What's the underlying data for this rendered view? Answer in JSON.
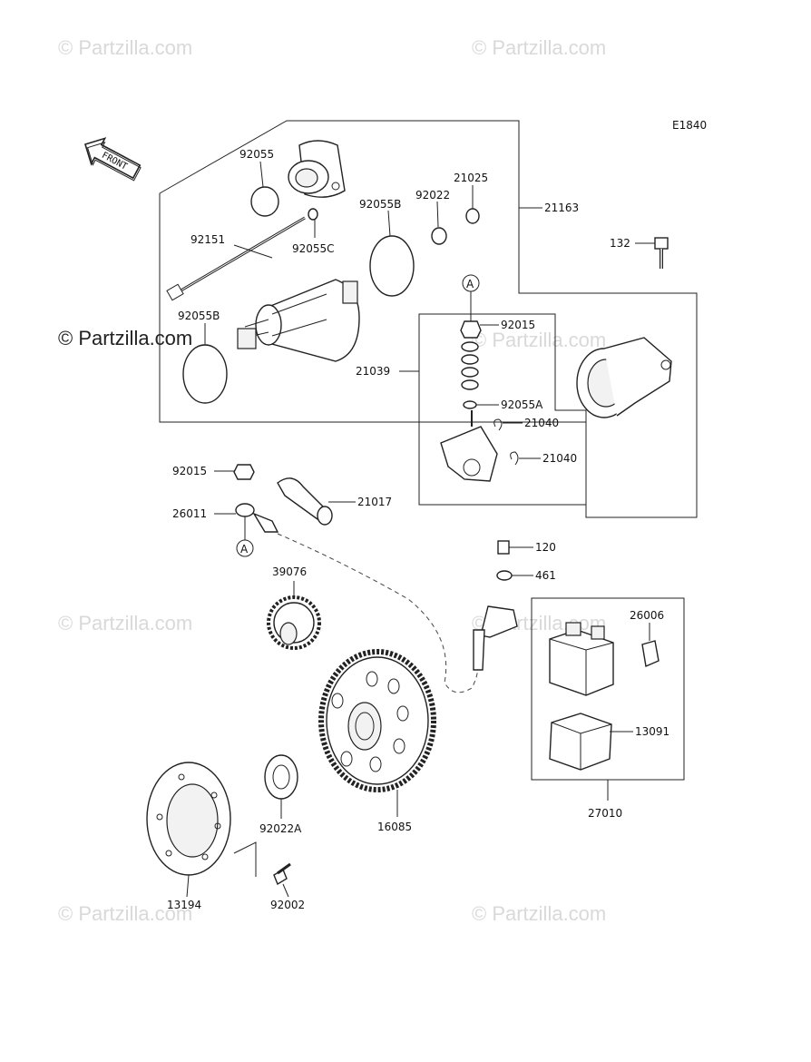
{
  "diagram_code": "E1840",
  "front_label": "FRONT",
  "watermark": "© Partzilla.com",
  "callout_letter": "A",
  "part_numbers": {
    "p92055": "92055",
    "p92055C": "92055C",
    "p92151": "92151",
    "p92055B_top": "92055B",
    "p92022": "92022",
    "p21025": "21025",
    "p21163": "21163",
    "p132": "132",
    "p92055B_left": "92055B",
    "p92015_top": "92015",
    "p21039": "21039",
    "p92055A": "92055A",
    "p21040_a": "21040",
    "p21040_b": "21040",
    "p92015_left": "92015",
    "p21017": "21017",
    "p26011": "26011",
    "p120": "120",
    "p461": "461",
    "p39076": "39076",
    "p26006": "26006",
    "p13091": "13091",
    "p27010": "27010",
    "p16085": "16085",
    "p92022A": "92022A",
    "p13194": "13194",
    "p92002": "92002"
  }
}
